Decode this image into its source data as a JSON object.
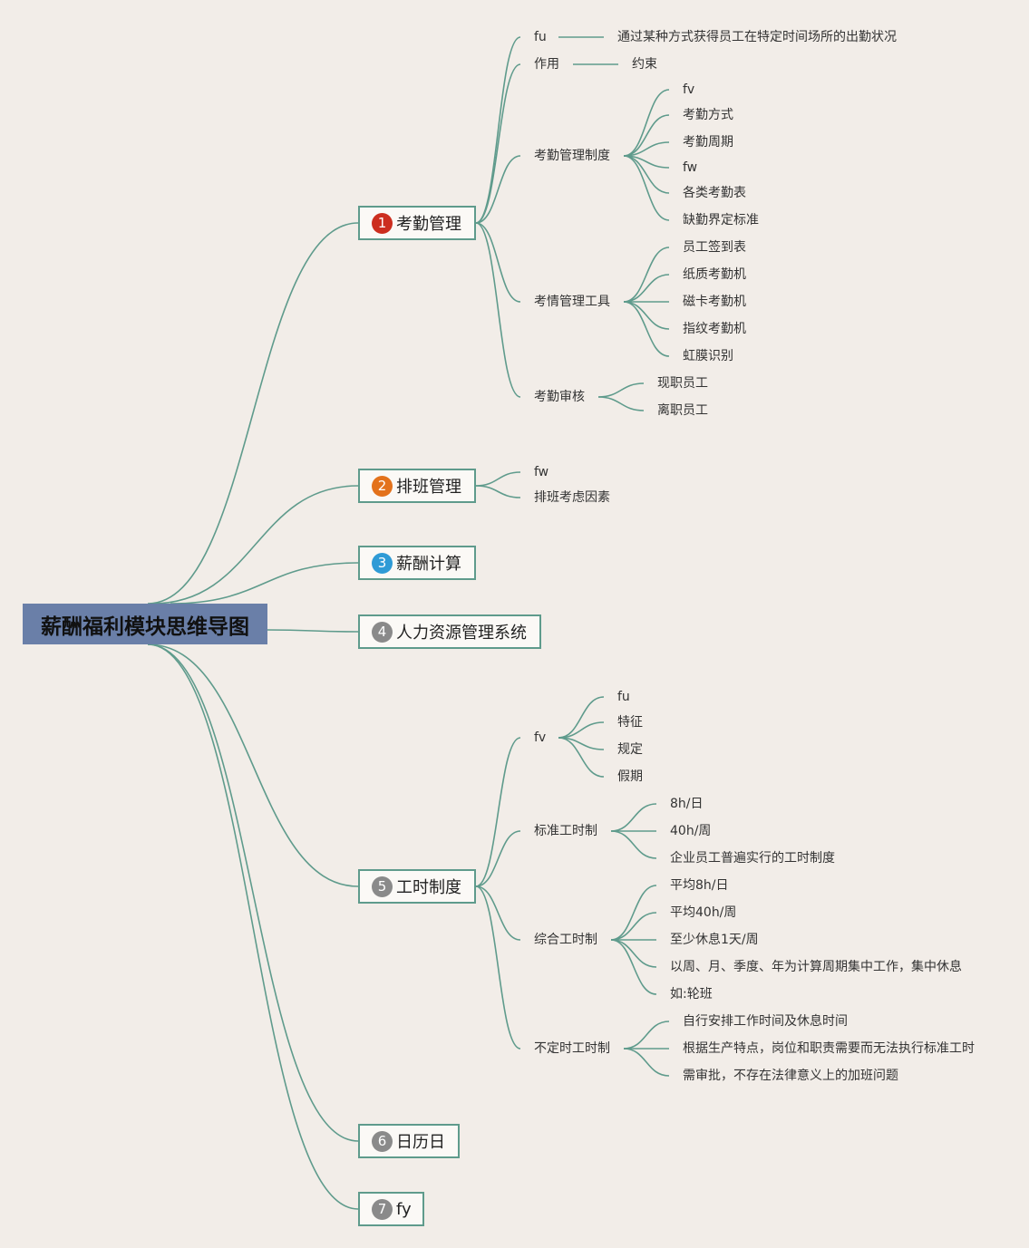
{
  "colors": {
    "background": "#f2ede8",
    "link": "#5f9b8c",
    "root_fill": "#6a7fa8",
    "badge_red": "#cc2e1f",
    "badge_orange": "#e3721c",
    "badge_blue": "#2f9bd6",
    "badge_gray": "#8a8a8a"
  },
  "root": {
    "label": "薪酬福利模块思维导图"
  },
  "branches": {
    "attendance": {
      "number": "1",
      "label": "考勤管理",
      "children": {
        "fu": {
          "label": "fu",
          "leaf": "通过某种方式获得员工在特定时间场所的出勤状况"
        },
        "purpose": {
          "label": "作用",
          "leaf": "约束"
        },
        "system": {
          "label": "考勤管理制度",
          "items": [
            "fv",
            "考勤方式",
            "考勤周期",
            "fw",
            "各类考勤表",
            "缺勤界定标准"
          ]
        },
        "tools": {
          "label": "考情管理工具",
          "items": [
            "员工签到表",
            "纸质考勤机",
            "磁卡考勤机",
            "指纹考勤机",
            "虹膜识别"
          ]
        },
        "audit": {
          "label": "考勤审核",
          "items": [
            "现职员工",
            "离职员工"
          ]
        }
      }
    },
    "scheduling": {
      "number": "2",
      "label": "排班管理",
      "items": [
        "fw",
        "排班考虑因素"
      ]
    },
    "payroll": {
      "number": "3",
      "label": "薪酬计算"
    },
    "hrms": {
      "number": "4",
      "label": "人力资源管理系统"
    },
    "hours": {
      "number": "5",
      "label": "工时制度",
      "children": {
        "fv": {
          "label": "fv",
          "items": [
            "fu",
            "特征",
            "规定",
            "假期"
          ]
        },
        "standard": {
          "label": "标准工时制",
          "items": [
            "8h/日",
            "40h/周",
            "企业员工普遍实行的工时制度"
          ]
        },
        "comprehensive": {
          "label": "综合工时制",
          "items": [
            "平均8h/日",
            "平均40h/周",
            "至少休息1天/周",
            "以周、月、季度、年为计算周期集中工作，集中休息",
            "如:轮班"
          ]
        },
        "flexible": {
          "label": "不定时工时制",
          "items": [
            "自行安排工作时间及休息时间",
            "根据生产特点，岗位和职责需要而无法执行标准工时",
            "需审批，不存在法律意义上的加班问题"
          ]
        }
      }
    },
    "calendar": {
      "number": "6",
      "label": "日历日"
    },
    "fy": {
      "number": "7",
      "label": "fy"
    }
  }
}
